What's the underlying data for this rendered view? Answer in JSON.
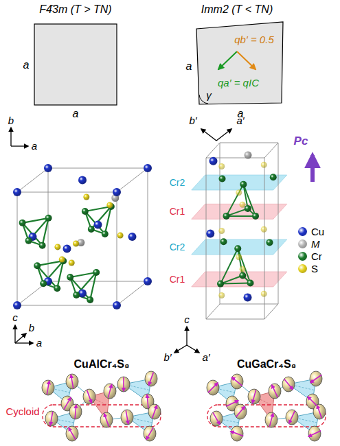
{
  "diagram": {
    "labels": [
      "F4̄3m (T > TN)",
      "Imm2 (T < TN)",
      "a",
      "a",
      "b",
      "a",
      "qb′ = 0.5",
      "qa′ = qIC",
      "a",
      "γ",
      "a",
      "b′",
      "a′",
      "c",
      "b",
      "a",
      "Cr2",
      "Cr1",
      "Cr2",
      "Cr1",
      "Pc",
      "c",
      "b′",
      "a′",
      "CuAlCr₄S₈",
      "CuGaCr₄S₈",
      "Cycloid"
    ],
    "legend": [
      {
        "text": "Cu",
        "color": "#1f35c8"
      },
      {
        "text": "M",
        "color": "#b4b4b4"
      },
      {
        "text": "Cr",
        "color": "#1d7d2e"
      },
      {
        "text": "S",
        "color": "#e6d21e"
      }
    ]
  }
}
